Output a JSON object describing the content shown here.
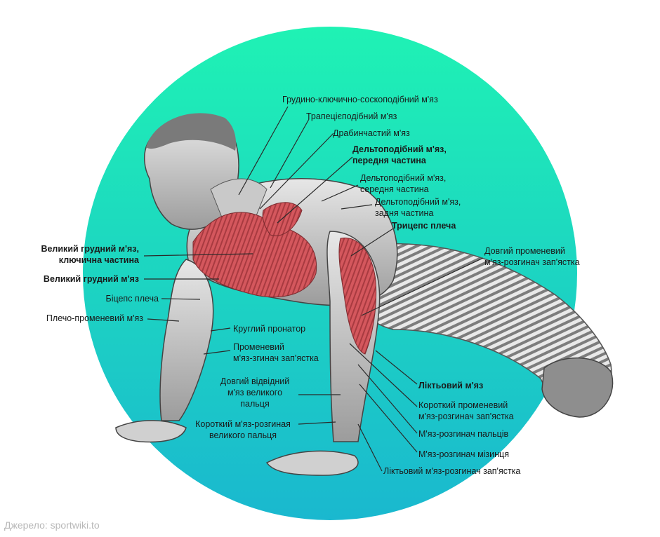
{
  "colors": {
    "circle_top": "#1ff2b4",
    "circle_bottom": "#1ab8cf",
    "muscle_red": "#d4575d",
    "leader_line": "#2a2a2a",
    "source_text": "#b8b8b8"
  },
  "labels": {
    "sternocleido": "Грудино-ключично-соскоподібний м'яз",
    "trapezius": "Трапецієподібний м'яз",
    "serratus": "Драбинчастий м'яз",
    "deltoid_front": "Дельтоподібний м'яз,\nпередня частина",
    "deltoid_mid": "Дельтоподібний м'яз,\nсередня частина",
    "deltoid_rear": "Дельтоподібний м'яз,\nзадня частина",
    "triceps": "Трицепс плеча",
    "ext_carpi_radialis_longus": "Довгий променевий\nм'яз-розгинач зап'ястка",
    "pec_major_clav": "Великий грудний м'яз,\nключична частина",
    "pec_major": "Великий грудний м'яз",
    "biceps": "Біцепс плеча",
    "brachioradialis": "Плечо-променевий м'яз",
    "pronator_teres": "Круглий пронатор",
    "flexor_carpi_radialis": "Променевий\nм'яз-згинач зап'ястка",
    "abductor_pollicis_longus": "Довгий відвідний\nм'яз великого\nпальця",
    "extensor_pollicis_brevis": "Короткий м'яз-розгиная\nвеликого пальця",
    "anconeus": "Ліктьовий м'яз",
    "ext_carpi_radialis_brevis": "Короткий променевий\nм'яз-розгинач зап'ястка",
    "extensor_digitorum": "М'яз-розгинач пальців",
    "extensor_digiti_minimi": "М'яз-розгинач мізинця",
    "extensor_carpi_ulnaris": "Ліктьовий м'яз-розгинач зап'ястка"
  },
  "source": "Джерело: sportwiki.to"
}
